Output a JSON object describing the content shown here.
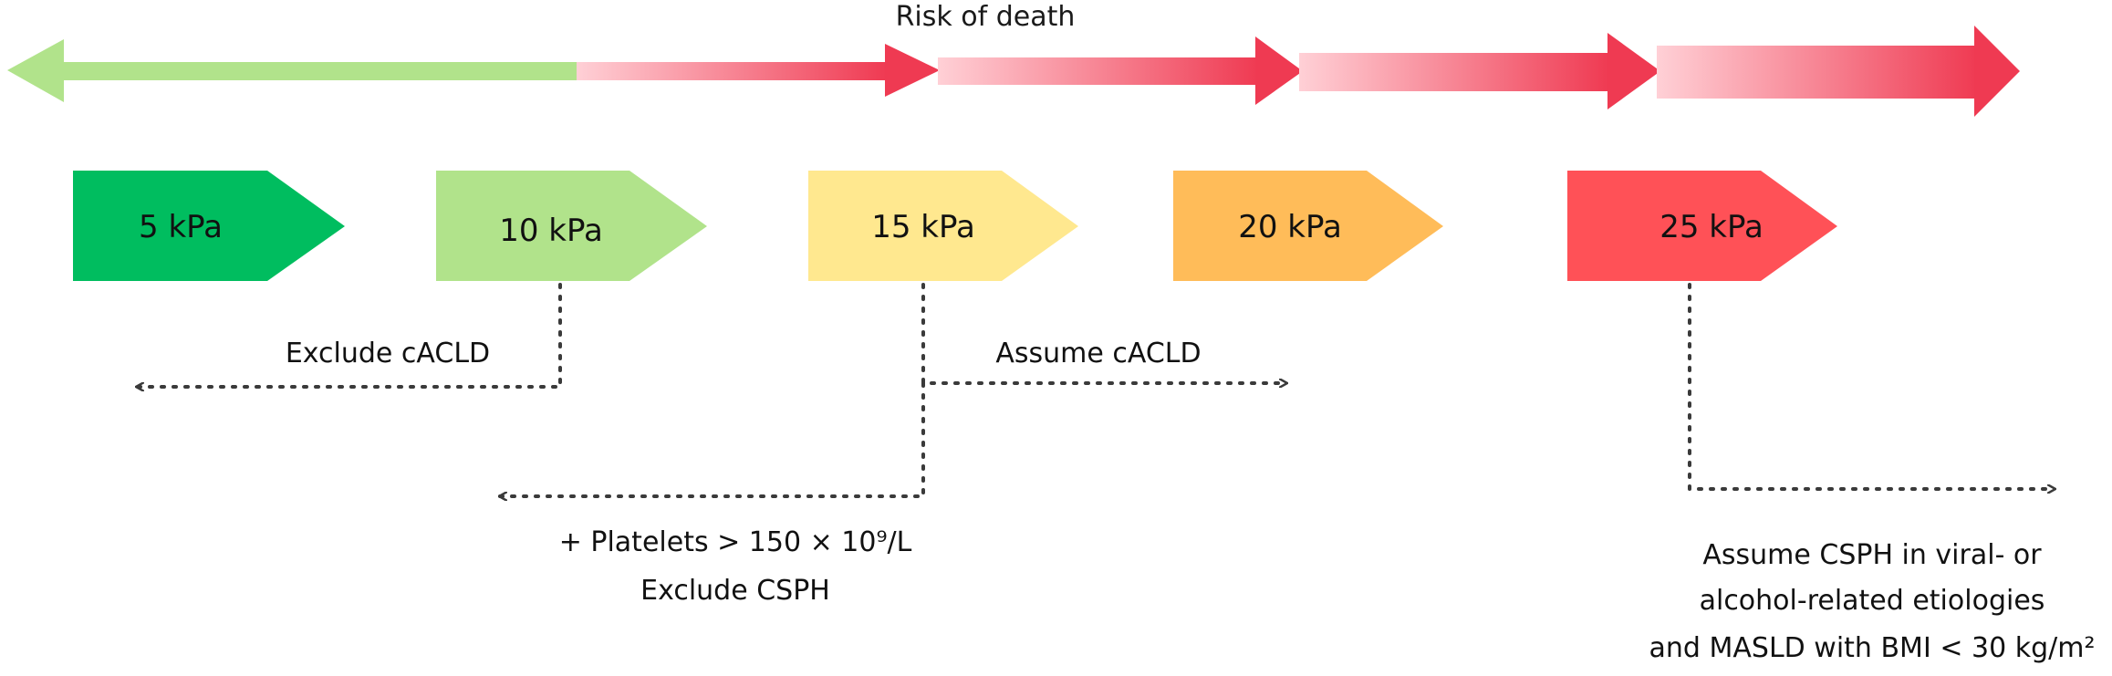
{
  "risk_label": "Risk of death",
  "colors": {
    "green_dark": "#00bd5f",
    "green_light": "#b1e38b",
    "yellow": "#ffe88f",
    "orange": "#ffbc59",
    "red": "#ff5157",
    "arrow_red": "#ef3a52",
    "arrow_pink": "#ffd0d6",
    "dotted": "#3a3a3a"
  },
  "markers": [
    {
      "label": "5 kPa",
      "color_key": "green_dark"
    },
    {
      "label": "10 kPa",
      "color_key": "green_light"
    },
    {
      "label": "15 kPa",
      "color_key": "yellow"
    },
    {
      "label": "20 kPa",
      "color_key": "orange"
    },
    {
      "label": "25 kPa",
      "color_key": "red"
    }
  ],
  "annotations": {
    "exclude_cacld": "Exclude cACLD",
    "assume_cacld": "Assume cACLD",
    "platelets_line": "+ Platelets > 150 × 10⁹/L",
    "exclude_csph": "Exclude CSPH",
    "assume_csph_lines": [
      "Assume CSPH in viral- or",
      "alcohol-related etiologies",
      "and MASLD with BMI < 30 kg/m²"
    ]
  }
}
